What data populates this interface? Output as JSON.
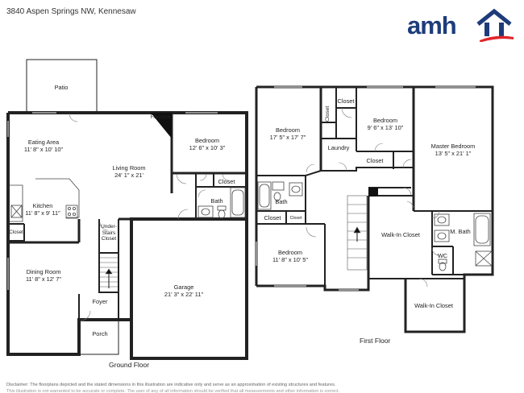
{
  "header": {
    "address": "3840 Aspen Springs NW, Kennesaw",
    "logo_text": "amh"
  },
  "ground_floor": {
    "caption": "Ground Floor",
    "rooms": {
      "patio": {
        "name": "Patio"
      },
      "fireplace": {
        "name": "Fireplace"
      },
      "eating_area": {
        "name": "Eating Area",
        "dims": "11' 8\" x 10' 10\""
      },
      "living_room": {
        "name": "Living Room",
        "dims": "24' 1\" x 21'"
      },
      "bedroom": {
        "name": "Bedroom",
        "dims": "12' 6\" x 10' 3\""
      },
      "closet_a": {
        "name": "Closet"
      },
      "bath": {
        "name": "Bath"
      },
      "kitchen": {
        "name": "Kitchen",
        "dims": "11' 8\" x 9' 11\""
      },
      "closet_b": {
        "name": "Closet"
      },
      "under_stairs_closet": {
        "name": "Under-Stairs Closet"
      },
      "dining_room": {
        "name": "Dining Room",
        "dims": "11' 8\" x 12' 7\""
      },
      "garage": {
        "name": "Garage",
        "dims": "21' 3\" x 22' 11\""
      },
      "foyer": {
        "name": "Foyer"
      },
      "porch": {
        "name": "Porch"
      }
    }
  },
  "first_floor": {
    "caption": "First Floor",
    "rooms": {
      "bedroom_1": {
        "name": "Bedroom",
        "dims": "17' 5\" x 17' 7\""
      },
      "closet_v": {
        "name": "Closet"
      },
      "closet_top": {
        "name": "Closet"
      },
      "bedroom_2": {
        "name": "Bedroom",
        "dims": "9' 6\" x 13' 10\""
      },
      "laundry": {
        "name": "Laundry"
      },
      "closet_mid": {
        "name": "Closet"
      },
      "master_bedroom": {
        "name": "Master Bedroom",
        "dims": "13' 5\" x 21' 1\""
      },
      "bath": {
        "name": "Bath"
      },
      "closet_small": {
        "name": "Closet"
      },
      "closet_tiny": {
        "name": "Closet"
      },
      "bedroom_3": {
        "name": "Bedroom",
        "dims": "11' 8\" x 10' 5\""
      },
      "walk_in_closet_1": {
        "name": "Walk-In Closet"
      },
      "m_bath": {
        "name": "M. Bath"
      },
      "wc": {
        "name": "WC"
      },
      "walk_in_closet_2": {
        "name": "Walk-In Closet"
      }
    }
  },
  "disclaimer": "Disclaimer: The floorplans depicted and the stated dimensions in this illustration are indicative only and serve as an approximation of existing structures and features.",
  "disclaimer_2": "This illustration is not warranted to be accurate or complete. The user of any of all information should be verified that all measurements and other information is correct."
}
